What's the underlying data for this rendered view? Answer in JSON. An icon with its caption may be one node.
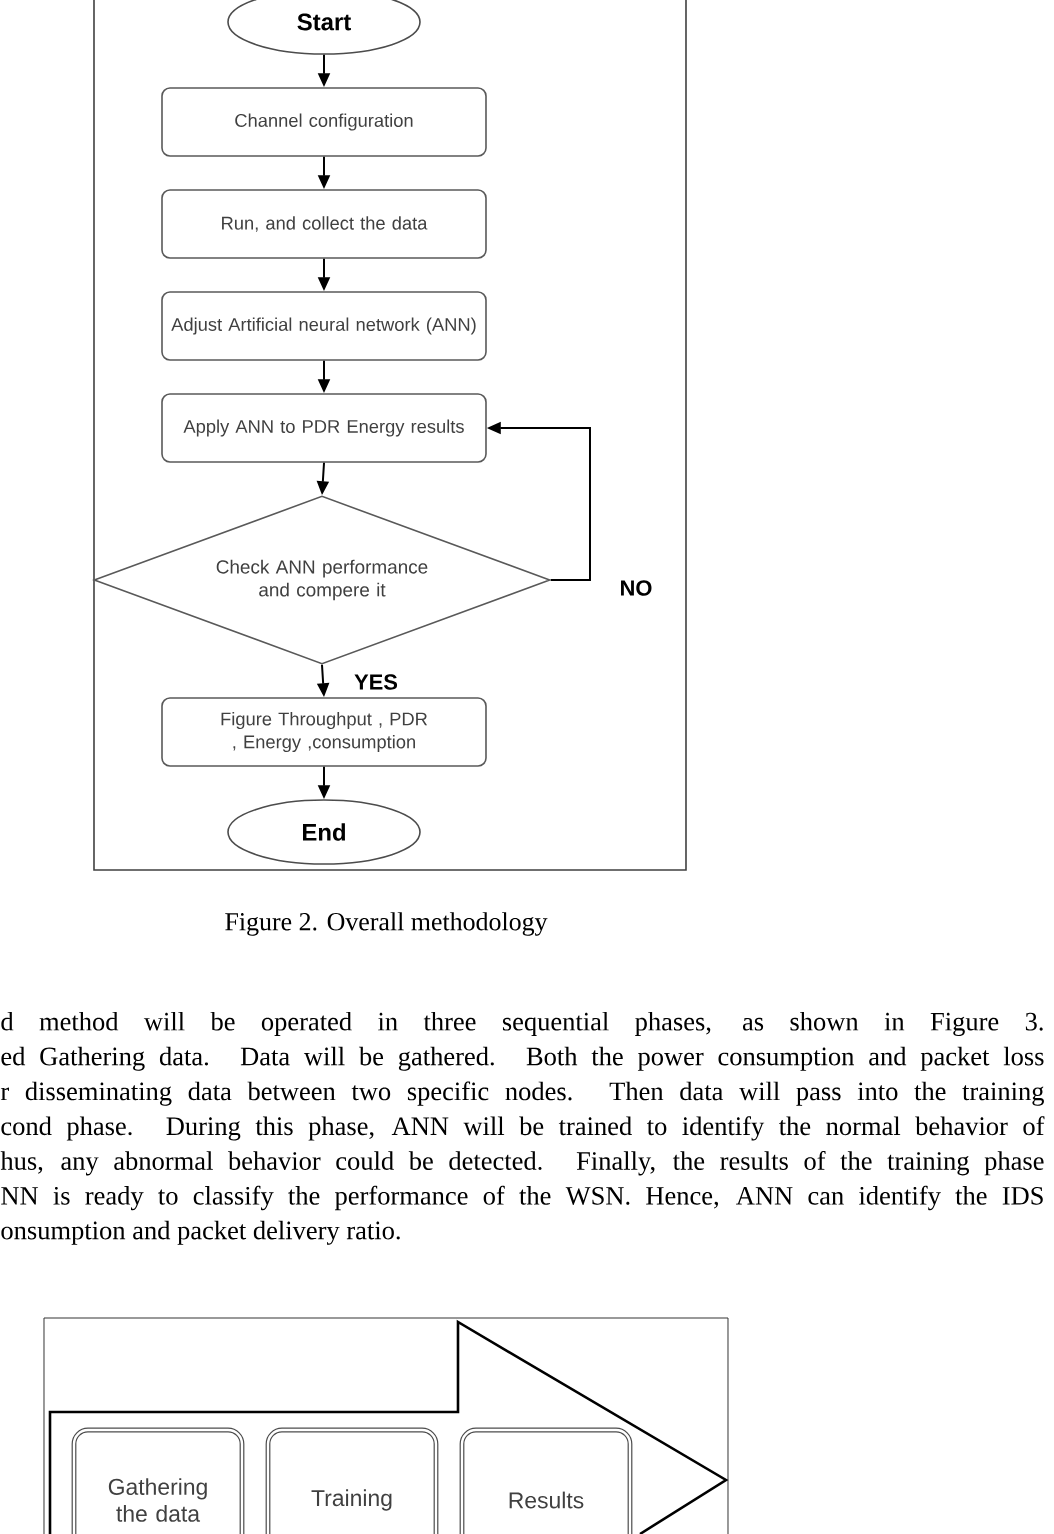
{
  "diagram": {
    "caption": "Figure 2. Overall methodology",
    "nodes": [
      {
        "text": [
          "Start"
        ]
      },
      {
        "text": [
          "Channel configuration"
        ]
      },
      {
        "text": [
          "Run, and collect the data"
        ]
      },
      {
        "text": [
          "Adjust Artificial neural network (ANN)"
        ]
      },
      {
        "text": [
          "Apply ANN to PDR Energy results"
        ]
      },
      {
        "text": [
          "Check ANN performance and compere it"
        ]
      },
      {
        "text": [
          "Figure Throughput , PDR , Energy ,consumption"
        ]
      },
      {
        "text": [
          "End"
        ]
      },
      {
        "text": [
          "Gathering the data"
        ]
      },
      {
        "text": [
          "Training"
        ]
      },
      {
        "text": [
          "Results"
        ]
      }
    ],
    "edges": [
      {
        "from": 0,
        "to": 1,
        "arrow": "to"
      },
      {
        "from": 1,
        "to": 2,
        "arrow": "to"
      },
      {
        "from": 2,
        "to": 3,
        "arrow": "to"
      },
      {
        "from": 3,
        "to": 4,
        "arrow": "to"
      },
      {
        "from": 4,
        "to": 5,
        "arrow": "to"
      },
      {
        "from": 5,
        "to": 4,
        "arrow": "to",
        "label": "NO"
      },
      {
        "from": 5,
        "to": 6,
        "arrow": "to",
        "label": "YES"
      },
      {
        "from": 6,
        "to": 7,
        "arrow": "to"
      }
    ],
    "labels": [
      "d method will be operated in three sequential phases, as shown in Figure 3.",
      "ed Gathering data. Data will be gathered. Both the power consumption and packet loss",
      "r disseminating data between two specific nodes. Then data will pass into the training",
      "cond phase. During this phase, ANN will be trained to identify the normal behavior of",
      "hus, any abnormal behavior could be detected. Finally, the results of the training phase",
      "NN is ready to classify the performance of the WSN. Hence, ANN can identify the IDS",
      "onsumption and packet delivery ratio."
    ]
  }
}
